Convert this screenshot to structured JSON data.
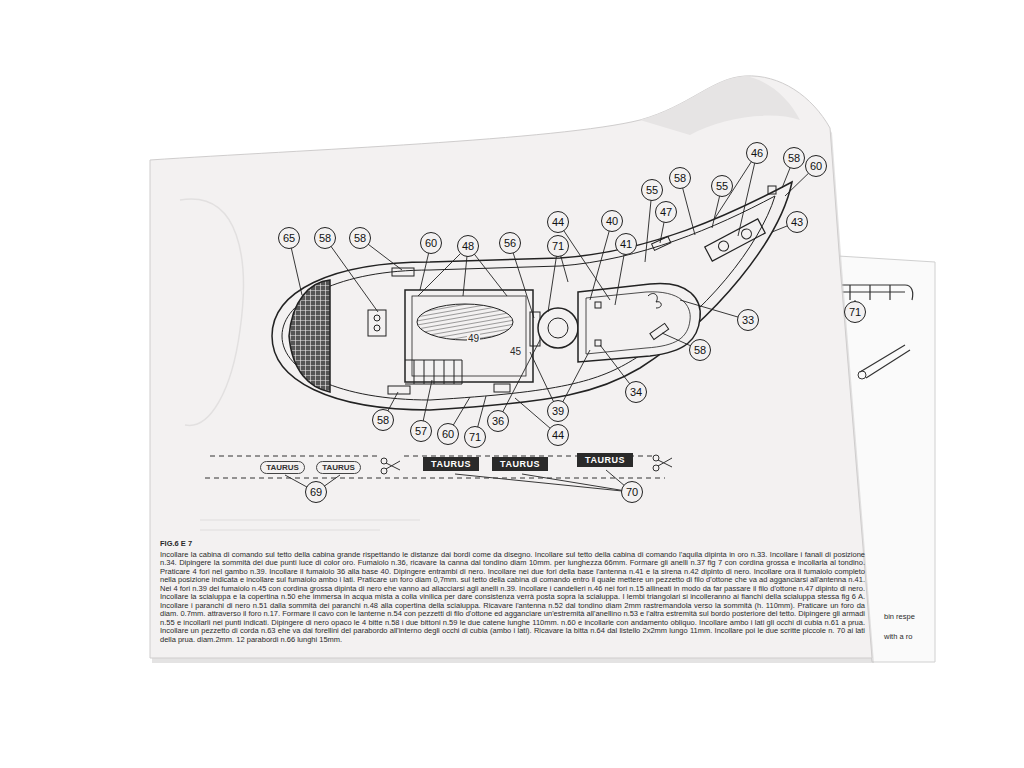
{
  "diagram": {
    "nodes": [
      {
        "text": [
          "65"
        ]
      },
      {
        "text": [
          "58"
        ]
      },
      {
        "text": [
          "58"
        ]
      },
      {
        "text": [
          "60"
        ]
      },
      {
        "text": [
          "48"
        ]
      },
      {
        "text": [
          "56"
        ]
      },
      {
        "text": [
          "44"
        ]
      },
      {
        "text": [
          "71"
        ]
      },
      {
        "text": [
          "40"
        ]
      },
      {
        "text": [
          "41"
        ]
      },
      {
        "text": [
          "55"
        ]
      },
      {
        "text": [
          "47"
        ]
      },
      {
        "text": [
          "58"
        ]
      },
      {
        "text": [
          "46"
        ]
      },
      {
        "text": [
          "58"
        ]
      },
      {
        "text": [
          "60"
        ]
      },
      {
        "text": [
          "55"
        ]
      },
      {
        "text": [
          "43"
        ]
      },
      {
        "text": [
          "33"
        ]
      },
      {
        "text": [
          "58"
        ]
      },
      {
        "text": [
          "34"
        ]
      },
      {
        "text": [
          "58"
        ]
      },
      {
        "text": [
          "57"
        ]
      },
      {
        "text": [
          "60"
        ]
      },
      {
        "text": [
          "71"
        ]
      },
      {
        "text": [
          "36"
        ]
      },
      {
        "text": [
          "39"
        ]
      },
      {
        "text": [
          "44"
        ]
      },
      {
        "text": [
          "TAURUS"
        ]
      },
      {
        "text": [
          "TAURUS"
        ]
      },
      {
        "text": [
          "TAURUS"
        ]
      },
      {
        "text": [
          "TAURUS"
        ]
      },
      {
        "text": [
          "TAURUS"
        ]
      },
      {
        "text": [
          "69"
        ]
      },
      {
        "text": [
          "70"
        ]
      },
      {
        "text": [
          "71"
        ]
      }
    ],
    "labels": [
      "49",
      "45",
      "FIG.6 E 7",
      "Incollare la cabina di comando sul tetto della cabina grande rispettando le distanze dai bordi come da disegno. Incollare sul tetto della cabina di comando l'aquila dipinta in oro n.33. Incollare i fanali di posizione n.34. Dipingere la sommità dei due punti luce di color oro. Fumaiolo n.36, ricavare la canna dal tondino diam 10mm. per lunghezza 66mm. Formare gli anelli n.37 fig 7 con cordina grossa e incollarla al tondino. Praticare 4 fori nel gambo n.39. Incollare il fumaiolo 36 alla base 40. Dipingere entrambi di nero. Incollare nei due fori della base l'antenna n.41 e la sirena n.42 dipinto di nero. Incollare ora il fumaiolo completo nella posizione indicata e incollare sul fumaiolo ambo i lati. Praticare un foro diam 0,7mm. sul tetto della cabina di comando entro il quale mettere un pezzetto di filo d'ottone che va ad agganciarsi all'antenna n.41. Nei 4 fori n.39 del fumaiolo n.45 con cordina grossa dipinta di nero ehe vanno ad allacciarsi agli anelli n.39. Incollare i candelieri n.46 nei fori n.15 allineati in modo da far passare il filo d'ottone n.47 dipinto di nero. Incollare la scialuppa e la copertina n.50 ehe immersa in acqua mista a colla vinilica per dare consistenza verrà posta sopra la scialuppa. I lembi triangolari si incolleranno ai fianchi della scialuppa stessa fig 6 A. Incollare i paranchi di nero n.51 dalla sommità dei paranchi n.48 alla copertina della scialuppa. Ricavare l'antenna n.52 dal tondino diam 2mm rastremandola verso la sommità (h. 110mm). Praticare un foro da diam. 0.7mm. attraverso il foro n.17. Formare il cavo con le lanterne n.54 con pezzetti di filo d'ottone ed agganciare un'estremità all'anellino n.53 e l'altra estremità sul bordo posteriore del tetto. Dipingere gli armadi n.55 e incollarli nei punti indicati. Dipingere di nero opaco le 4 bitte n.58 i due bittoni n.59 le due catene lunghe 110mm. n.60 e incollarle con andamento obliquo. Incollare ambo i lati gli occhi di cubia n.61 a prua. Incollare un pezzetto di corda n.63 ehe va dai forellini del parabordo all'interno degli occhi di cubia (ambo i lati). Ricavare la bitta n.64 dal listello 2x2mm lungo 11mm. Incollare poi le due scritte piccole n. 70 ai lati della prua. diam.2mm. 12 parabordi n.66 lunghi 15mm.",
      "bin respe",
      "with a ro"
    ]
  }
}
